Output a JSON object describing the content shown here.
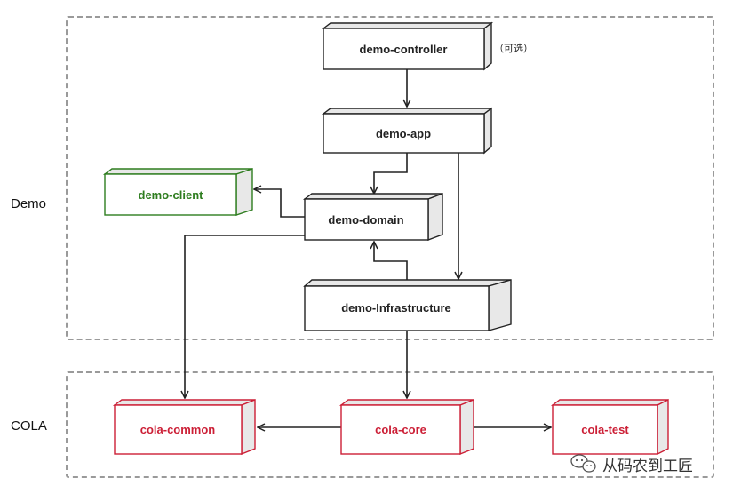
{
  "groups": {
    "demo": {
      "label": "Demo"
    },
    "cola": {
      "label": "COLA"
    }
  },
  "nodes": {
    "controller": {
      "label": "demo-controller"
    },
    "app": {
      "label": "demo-app"
    },
    "client": {
      "label": "demo-client"
    },
    "domain": {
      "label": "demo-domain"
    },
    "infrastructure": {
      "label": "demo-Infrastructure"
    },
    "cola_common": {
      "label": "cola-common"
    },
    "cola_core": {
      "label": "cola-core"
    },
    "cola_test": {
      "label": "cola-test"
    }
  },
  "annotations": {
    "optional": "（可选）"
  },
  "watermark": {
    "text": "从码农到工匠"
  },
  "colors": {
    "default_border": "#222222",
    "client_border": "#2e7d1f",
    "cola_border": "#cc1f36",
    "side_fill": "#e8e8e8",
    "arrow": "#222222"
  }
}
